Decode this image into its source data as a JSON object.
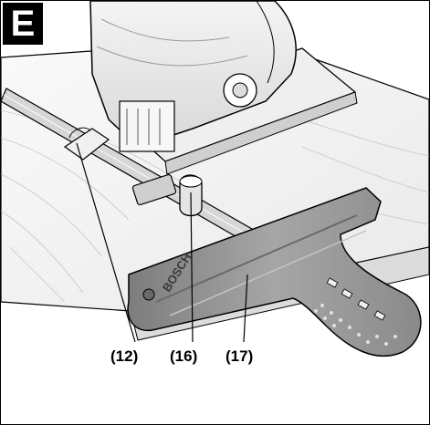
{
  "figure": {
    "badge": "E",
    "brand": "BOSCH",
    "callouts": [
      {
        "id": "12",
        "label": "(12)"
      },
      {
        "id": "16",
        "label": "(16)"
      },
      {
        "id": "17",
        "label": "(17)"
      }
    ]
  },
  "colors": {
    "tool_body": "#e8e8e8",
    "wood": "#f2f2f2",
    "guide": "#9a9a9a",
    "rod": "#cfcfcf",
    "outline": "#000000"
  }
}
